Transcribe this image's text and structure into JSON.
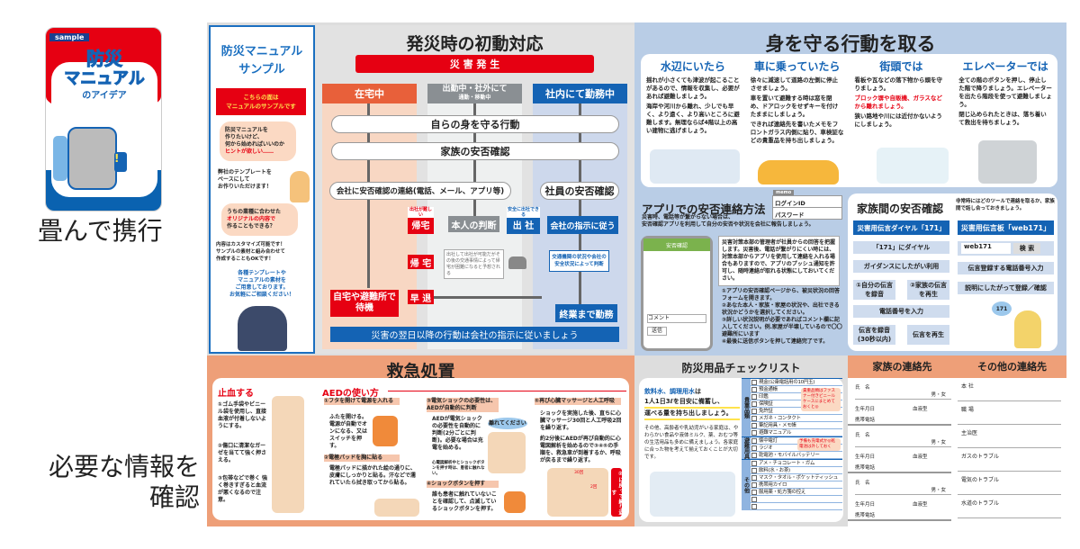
{
  "cover": {
    "badge": "sample",
    "title1": "防災",
    "title2": "マニュアル",
    "title3": "のアイデア",
    "caption1": "畳んで携行",
    "caption2a": "必要な情報を",
    "caption2b": "確認"
  },
  "sidebar": {
    "title1": "防災マニュアル",
    "title2": "サンプル",
    "banner1": "こちらの面は",
    "banner2": "マニュアルのサンプルです",
    "bubble1": [
      "防災マニュアルを",
      "作りたいけど、",
      "何から始めればいいのか",
      "ヒントが欲しい……"
    ],
    "note1": [
      "弊社のテンプレートを",
      "ベースにして",
      "お作りいただけます！"
    ],
    "bubble2": [
      "うちの業種に合わせた",
      "オリジナルの内容で",
      "作ることもできる？"
    ],
    "note2": [
      "内容はカスタマイズ可能です！",
      "サンプルの素材と組み合わせて",
      "作成することもOKです！"
    ],
    "cta": [
      "各種テンプレートや",
      "マニュアルの素材を",
      "ご用意しております。",
      "お気軽にご相談ください！"
    ]
  },
  "flow": {
    "title": "発災時の初動対応",
    "trigger": "災 害 発 生",
    "col_home": "在宅中",
    "col_out": "出勤中・社外にて",
    "col_out_sub": "通勤・移動中",
    "col_in": "社内にて勤務中",
    "protect": "自らの身を守る行動",
    "family": "家族の安否確認",
    "contact": "会社に安否確認の連絡(電話、メール、アプリ等)",
    "employee_check": "社員の安否確認",
    "hard_label": "出社が難しい",
    "go_home": "帰宅",
    "judge": "本人の判断",
    "safe_label": "安全に出社できる",
    "go_work": "出 社",
    "follow": "会社の指示に従う",
    "go_home2": "帰 宅",
    "note": "出社して出社が可能だがその後の交通事情によって帰宅が困難になると予想される",
    "transport": "交通機関の状況や会社の安全状況によって判断",
    "wait": "自宅や避難所で待機",
    "leave": "早 退",
    "work_until": "終業まで勤務",
    "footer": "災害の翌日以降の行動は会社の指示に従いましょう"
  },
  "protect": {
    "title": "身を守る行動を取る",
    "cols": [
      {
        "h": "水辺にいたら",
        "items": [
          "揺れが小さくても津波が起こることがあるので、情報を収集し、必要があれば避難しましょう。",
          "海岸や河川から離れ、少しでも早く、より遠く、より高いところに避難します。無理ならば4階以上の高い建物に逃げましょう。"
        ]
      },
      {
        "h": "車に乗っていたら",
        "items": [
          "徐々に減速して道路の左側に停止させましょう。",
          "車を置いて避難する時は窓を閉め、ドアロックをせずキーを付けたままにしましょう。",
          "できれば連絡先を書いたメモをフロントガラス内側に貼り、車検証などの貴重品を持ち出しましょう。"
        ]
      },
      {
        "h": "街頭では",
        "items": [
          "看板や瓦などの落下物から頭を守りましょう。",
          "ブロック塀や自販機、ガラスなどから離れましょう。",
          "狭い路地や川には近付かないようにしましょう。"
        ]
      },
      {
        "h": "エレベーターでは",
        "items": [
          "全ての階のボタンを押し、停止した階で降りましょう。エレベーターを出たら階段を使って避難しましょう。",
          "閉じ込められたときは、落ち着いて救出を待ちましょう。"
        ]
      }
    ]
  },
  "app": {
    "title": "アプリでの安否連絡方法",
    "memo": "memo",
    "login": "ログインID",
    "password": "パスワード",
    "lead1": "災害時、電話等が繋がらない場合は、",
    "lead2": "安否確認アプリを利用して自分の安否や状況を会社に報告しましょう。",
    "info": "災害対策本部の管理者が社員からの回答を把握します。災害後、電話が繋がりにくい時には、対策本部からアプリを使用して連絡を入れる場合もありますので、アプリのプッシュ通知を許可し、随時連絡が取れる状態にしておいてください。",
    "steps": [
      "①アプリの安否確認ページから、被災状況の回答フォームを開きます。",
      "②あなた本人・家族・家屋の状況や、出社できる状況かどうかを選択してください。",
      "③詳しい状況説明が必要であればコメント欄に記入してください。例.家屋が半壊しているので〇〇避難所にいます",
      "④最後に送信ボタンを押して連絡完了です。"
    ],
    "phone_header": "安否確認",
    "phone_comment": "コメント",
    "phone_send": "送信"
  },
  "family": {
    "title": "家族間の安否確認",
    "note": "非常時にはどのツールで連絡を取るか、家族間で話し合っておきましょう。",
    "dial": "災害用伝言ダイヤル「171」",
    "dial_steps": [
      "「171」にダイヤル",
      "ガイダンスにしたがい利用"
    ],
    "record": "①自分の伝言を録音",
    "play": "②家族の伝言を再生",
    "phone_input": "電話番号を入力",
    "record_end": "伝言を録音(30秒以内)",
    "play_end": "伝言を再生",
    "web": "災害用伝言板「web171」",
    "web_input": "web171",
    "web_search": "検 索",
    "web_steps": [
      "伝言登録する電話番号入力",
      "説明にしたがって登録／確認"
    ],
    "bubble": "171"
  },
  "firstaid": {
    "title": "救急処置",
    "bleed": "止血する",
    "bleed_steps": [
      "①ゴム手袋やビニール袋を使用し、直接血液が付着しないようにする。",
      "②傷口に清潔なガーゼを当てて強く押さえる。",
      "③包帯などで巻く 強く巻きすぎると血流が悪くなるので注意。"
    ],
    "aed": "AEDの使い方",
    "aed_steps": [
      {
        "h": "①フタを開けて電源を入れる",
        "t": "ふたを開ける。電源が自動でオンになる、又はスイッチを押す。"
      },
      {
        "h": "②電極パッドを胸に貼る",
        "t": "電極パッドに描かれた絵の通りに、皮膚にしっかりと貼る。汗などで濡れていたら拭き取ってから貼る。"
      },
      {
        "h": "③電気ショックの必要性は、AEDが自動的に判断",
        "t": "AEDが電気ショックの必要性を自動的に判断(2分ごとに判断)。必要な場合は充電を始める。",
        "t2": "心電図解析中とショックボタンを押す時は、患者に触れない。",
        "bubble": "離れてください"
      },
      {
        "h": "④ショックボタンを押す",
        "t": "誰も患者に触れていないことを確認して、点滅しているショックボタンを押す。"
      },
      {
        "h": "⑤再び心臓マッサージと人工呼吸",
        "t": "ショックを実施した後、直ちに心臓マッサージ30回と人工呼吸2回を繰り返す。",
        "t2": "約2分後にAEDが再び自動的に心電図解析を始めるので③④⑤の手順を、救急車が到着するか、呼吸が戻るまで繰り返す。",
        "tag": "②に戻って繰り返す",
        "c30": "30回",
        "c2": "2回"
      }
    ]
  },
  "checklist": {
    "title": "防災用品チェックリスト",
    "lead1": "飲料水、調理用水",
    "lead1b": "は",
    "lead2": "1人1日3ℓを目安に備蓄し、",
    "lead3": "運べる量を持ち出しましょう。",
    "body": "その他、高齢者や乳幼児がいる家庭は、やわらかい食品や液体ミルク、薬、おむつ等の生活用品も多めに備えましょう。各家庭に合った物を考えて揃えておくことが大切です。",
    "groups": [
      {
        "name": "貴重品類",
        "items": [
          "現金(公衆電話用の10円玉)",
          "預金通帳",
          "印鑑",
          "保険証",
          "免許証",
          "メガネ・コンタクト",
          "筆記用具・メモ帳",
          "避難マニュアル"
        ],
        "note": "貴重品類はファスナー付きビニールケースにまとめておくと◎"
      },
      {
        "name": "避難用具",
        "items": [
          "懐中電灯",
          "ラジオ",
          "乾電池・モバイルバッテリー"
        ],
        "note": "予備も充電式か◎乾電池は外しておく"
      },
      {
        "name": "その他",
        "items": [
          "アメ・チョコレート・ガム",
          "飲料(水・お茶)",
          "マスク・タオル・ポケットティッシュ",
          "携帯用カイロ",
          "服用薬・処方箋の控え",
          "",
          ""
        ]
      }
    ]
  },
  "contacts": {
    "family_title": "家族の連絡先",
    "other_title": "その他の連絡先",
    "name": "氏　名",
    "gender": "男・女",
    "birth": "生年月日",
    "blood": "血液型",
    "mobile": "携帯電話",
    "others": [
      "本 社",
      "職 場",
      "主治医",
      "ガスのトラブル",
      "電気のトラブル",
      "水道のトラブル"
    ]
  },
  "colors": {
    "red": "#e60012",
    "blue": "#1463b4",
    "orange": "#e8603a",
    "salmon": "#ee9f78",
    "lightblue": "#b9cde6"
  }
}
